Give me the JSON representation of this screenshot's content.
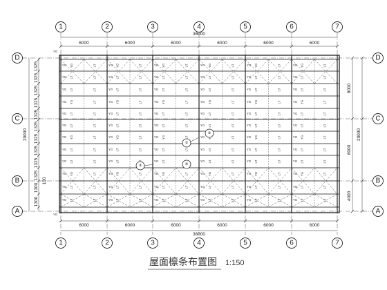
{
  "grid": {
    "columns": [
      "1",
      "2",
      "3",
      "4",
      "5",
      "6",
      "7"
    ],
    "rows": [
      "D",
      "C",
      "B",
      "A"
    ]
  },
  "dimensions": {
    "bay_spacing": "6000",
    "total_length": "36000",
    "total_width": "20000",
    "span_dc": "8000",
    "span_cb": "8000",
    "span_ba": "4000",
    "purlin_spacing_upper": "1325",
    "purlin_spacing_lower": "1300",
    "edge_offset": "100"
  },
  "members": {
    "purlin": "LT",
    "tie_rod": "YG",
    "edge_purlin": "YG",
    "ridge_label": "100"
  },
  "details": [
    "①",
    "②",
    "③",
    "④"
  ],
  "drawing": {
    "title": "屋面檩条布置图",
    "scale": "1:150"
  }
}
